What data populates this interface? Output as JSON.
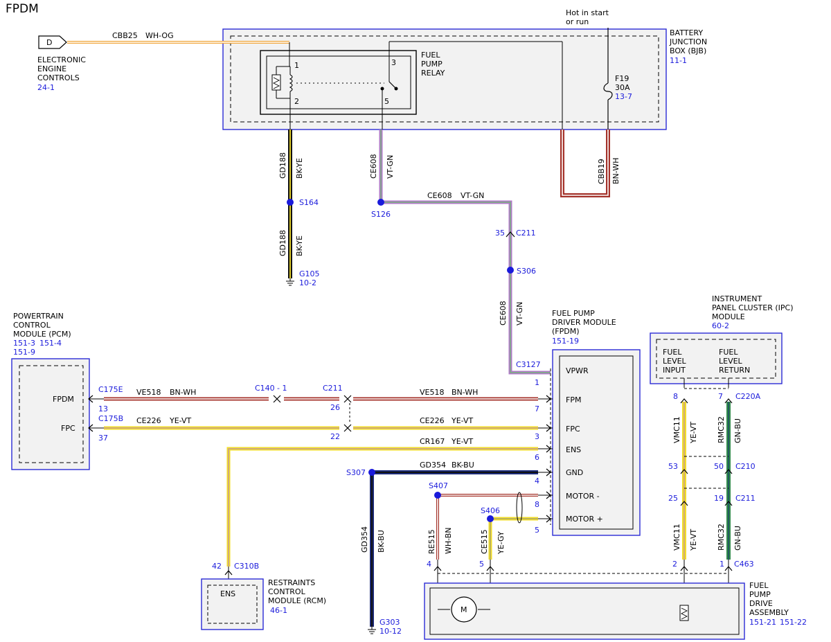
{
  "title": "FPDM",
  "components": {
    "eec": {
      "pin": "D",
      "name": [
        "ELECTRONIC",
        "ENGINE",
        "CONTROLS"
      ],
      "ref": "24-1"
    },
    "bjb": {
      "name": [
        "BATTERY",
        "JUNCTION",
        "BOX (BJB)"
      ],
      "ref": "11-1"
    },
    "hot": {
      "text": [
        "Hot in start",
        "or run"
      ]
    },
    "relay": {
      "name": [
        "FUEL",
        "PUMP",
        "RELAY"
      ],
      "pins": [
        "1",
        "2",
        "3",
        "5"
      ]
    },
    "fuse": {
      "id": "F19",
      "rating": "30A",
      "ref": "13-7"
    },
    "pcm": {
      "name": [
        "POWERTRAIN",
        "CONTROL",
        "MODULE (PCM)"
      ],
      "refs": [
        "151-3",
        "151-4",
        "151-9"
      ],
      "pins": [
        "FPDM",
        "FPC"
      ]
    },
    "fpdm": {
      "name": [
        "FUEL PUMP",
        "DRIVER MODULE",
        "(FPDM)"
      ],
      "ref": "151-19",
      "pins": [
        "VPWR",
        "FPM",
        "FPC",
        "ENS",
        "GND",
        "MOTOR -",
        "MOTOR +"
      ],
      "pin_numbers": [
        "1",
        "7",
        "3",
        "6",
        "4",
        "8",
        "5"
      ]
    },
    "ipc": {
      "name": [
        "INSTRUMENT",
        "PANEL CLUSTER (IPC)",
        "MODULE"
      ],
      "ref": "60-2",
      "inputs": [
        [
          "FUEL",
          "LEVEL",
          "INPUT"
        ],
        [
          "FUEL",
          "LEVEL",
          "RETURN"
        ]
      ]
    },
    "rcm": {
      "pin": "ENS",
      "name": [
        "RESTRAINTS",
        "CONTROL",
        "MODULE (RCM)"
      ],
      "ref": "46-1"
    },
    "pump": {
      "motor": "M",
      "name": [
        "FUEL",
        "PUMP",
        "DRIVE",
        "ASSEMBLY"
      ],
      "refs": [
        "151-21",
        "151-22"
      ]
    }
  },
  "wires": [
    {
      "circuit": "CBB25",
      "color": "WH-OG"
    },
    {
      "circuit": "GD188",
      "color": "BK-YE"
    },
    {
      "circuit": "CE608",
      "color": "VT-GN"
    },
    {
      "circuit": "CBB19",
      "color": "BN-WH"
    },
    {
      "circuit": "VE518",
      "color": "BN-WH"
    },
    {
      "circuit": "CE226",
      "color": "YE-VT"
    },
    {
      "circuit": "CR167",
      "color": "YE-VT"
    },
    {
      "circuit": "GD354",
      "color": "BK-BU"
    },
    {
      "circuit": "RE515",
      "color": "WH-BN"
    },
    {
      "circuit": "CE515",
      "color": "YE-GY"
    },
    {
      "circuit": "VMC11",
      "color": "YE-VT"
    },
    {
      "circuit": "RMC32",
      "color": "GN-BU"
    }
  ],
  "splices": [
    "S164",
    "S126",
    "S306",
    "S307",
    "S407",
    "S406"
  ],
  "grounds": [
    {
      "id": "G105",
      "ref": "10-2"
    },
    {
      "id": "G303",
      "ref": "10-12"
    }
  ],
  "connectors": {
    "c211_a": {
      "id": "C211",
      "pin": "35"
    },
    "c3127": {
      "id": "C3127"
    },
    "c175e": {
      "id": "C175E",
      "pin": "13"
    },
    "c175b": {
      "id": "C175B",
      "pin": "37"
    },
    "c140": {
      "id": "C140",
      "pin": "- 1"
    },
    "c211_b": {
      "id": "C211",
      "pins": [
        "26",
        "22"
      ]
    },
    "c310b": {
      "id": "C310B",
      "pin": "42"
    },
    "c220a": {
      "id": "C220A",
      "pins": [
        "8",
        "7"
      ]
    },
    "c210": {
      "id": "C210",
      "pins": [
        "53",
        "50"
      ]
    },
    "c211_c": {
      "id": "C211",
      "pins": [
        "25",
        "19"
      ]
    },
    "c463": {
      "id": "C463",
      "pins": [
        "4",
        "5",
        "2",
        "1"
      ]
    }
  },
  "colors": {
    "box_border": "#2b2bd6",
    "box_fill": "#f2f2f2",
    "ref_text": "#1a1adb",
    "BK": "#111111",
    "YE": "#f2dd28",
    "VT": "#b07ac8",
    "GN": "#2f8a4a",
    "BN": "#a4322a",
    "WH": "#ffffff",
    "OG": "#f0a63a",
    "BU": "#1c2a78",
    "GY": "#8a8a8a"
  }
}
